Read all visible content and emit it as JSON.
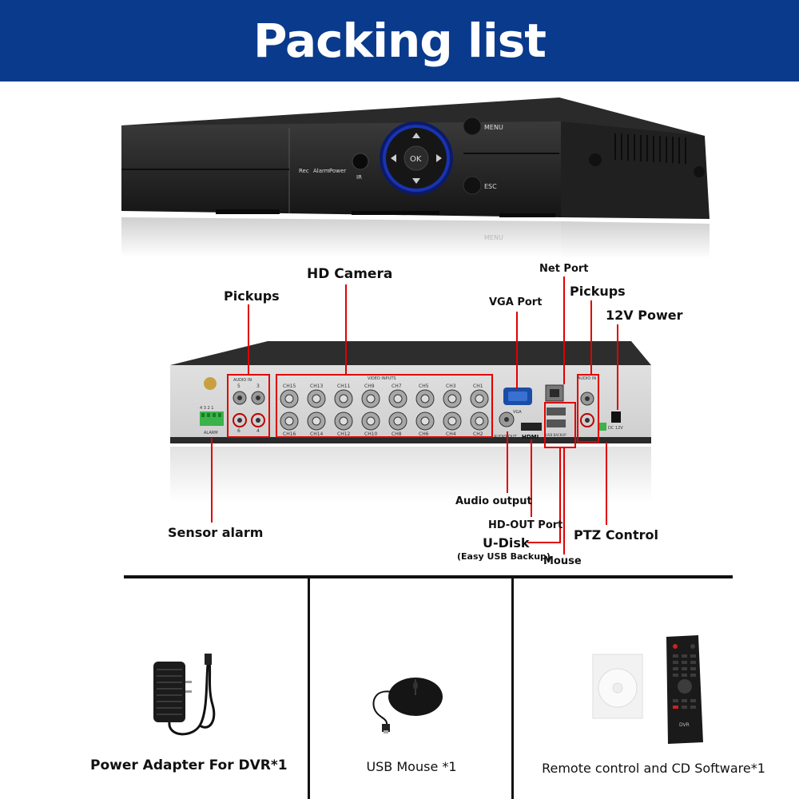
{
  "banner": {
    "title": "Packing list",
    "color": "#0a3a8c"
  },
  "front_panel": {
    "indicators": [
      "Rec",
      "Alarm",
      "Power"
    ],
    "ir_label": "IR",
    "ok_label": "OK",
    "menu_label": "MENU",
    "esc_label": "ESC",
    "reflection_label": "MENU"
  },
  "rear_panel": {
    "audio_in_header": "AUDIO IN",
    "video_inputs_header": "VIDEO INPUTS",
    "audio_in_top": [
      "5",
      "3"
    ],
    "audio_in_bottom": [
      "6",
      "4"
    ],
    "video_top": [
      "CH15",
      "CH13",
      "CH11",
      "CH9",
      "CH7",
      "CH5",
      "CH3",
      "CH1"
    ],
    "video_bottom": [
      "CH16",
      "CH14",
      "CH12",
      "CH10",
      "CH8",
      "CH6",
      "CH4",
      "CH2"
    ],
    "vga_label": "VGA",
    "audio_out_label": "AUDIO OUT",
    "hdmi_label": "HDMI",
    "usb_label": "USB BACKUP",
    "right_audio_label": "AUDIO IN",
    "dc_label": "DC 12V",
    "alarm_label": "ALARM"
  },
  "callouts": {
    "pickups_left": "Pickups",
    "hd_camera": "HD Camera",
    "net_port": "Net Port",
    "vga_port": "VGA Port",
    "pickups_right": "Pickups",
    "power_12v": "12V Power",
    "sensor_alarm": "Sensor alarm",
    "audio_output": "Audio output",
    "hd_out_port": "HD-OUT Port",
    "u_disk": "U-Disk",
    "u_disk_note": "(Easy USB Backup)",
    "mouse": "Mouse",
    "ptz_control": "PTZ Control",
    "accent_color": "#e00000"
  },
  "items": [
    {
      "caption": "Power Adapter For DVR*1",
      "icon": "power-adapter-icon"
    },
    {
      "caption": "USB Mouse *1",
      "icon": "usb-mouse-icon"
    },
    {
      "caption": "Remote control and  CD Software*1",
      "icon": "remote-control-icon"
    }
  ],
  "remote": {
    "brand_label": "DVR"
  }
}
